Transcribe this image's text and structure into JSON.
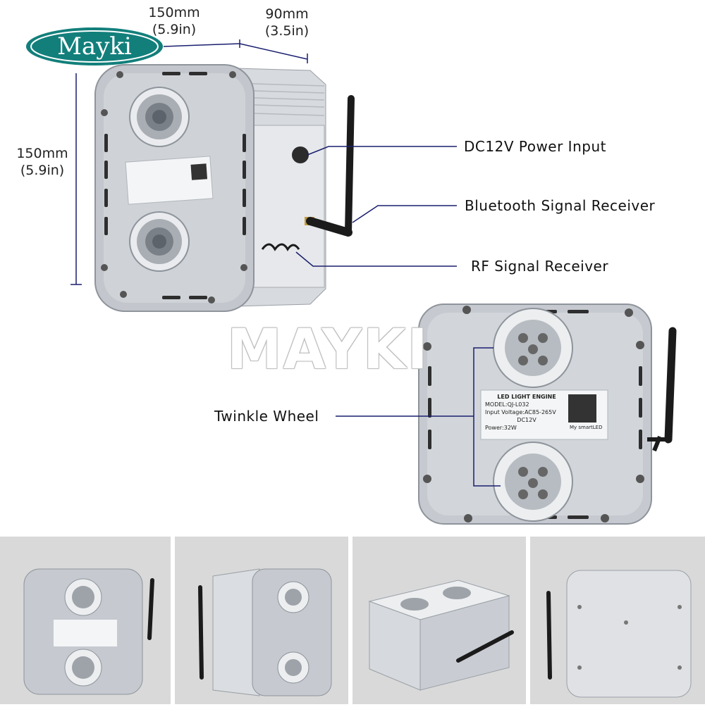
{
  "logo": {
    "text": "Mayki",
    "color": "#0f7d7a"
  },
  "dimensions": {
    "width_mm": "150mm",
    "width_in": "(5.9in)",
    "depth_mm": "90mm",
    "depth_in": "(3.5in)",
    "height_mm": "150mm",
    "height_in": "(5.9in)"
  },
  "callouts": {
    "power": "DC12V Power Input",
    "bluetooth": "Bluetooth Signal Receiver",
    "rf": "RF Signal Receiver",
    "twinkle": "Twinkle Wheel"
  },
  "watermark": "MAYKI",
  "label": {
    "title": "LED LIGHT ENGINE",
    "model": "MODEL:QJ-L032",
    "voltage": "Input Voltage:AC85-265V",
    "dc": "DC12V",
    "power": "Power:32W",
    "app": "My smartLED"
  },
  "colors": {
    "line": "#1a1f6e",
    "body": "#c8ccd2",
    "gray_bg": "#d9d9d9"
  },
  "icons": [
    "antenna-icon",
    "qr-code-icon",
    "screw-icon"
  ]
}
